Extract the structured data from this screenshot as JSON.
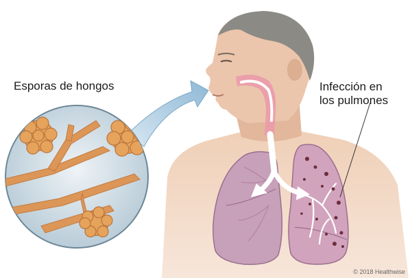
{
  "labels": {
    "spores": "Esporas de hongos",
    "infection_line1": "Infección en",
    "infection_line2": "los pulmones"
  },
  "credit": "© 2018 Healthwise",
  "colors": {
    "skin": "#e8c2a8",
    "skin_shadow": "#d9a68a",
    "hair": "#8a8a86",
    "lung_healthy": "#c39bb3",
    "lung_infected": "#cf9fb6",
    "lung_spots": "#6b2e3d",
    "airway": "#ffffff",
    "throat": "#e98aa0",
    "spore": "#e0a05a",
    "hypha": "#d38a4e",
    "magnifier_bg": "#cfdde6",
    "callout": "#9ec3dc"
  }
}
